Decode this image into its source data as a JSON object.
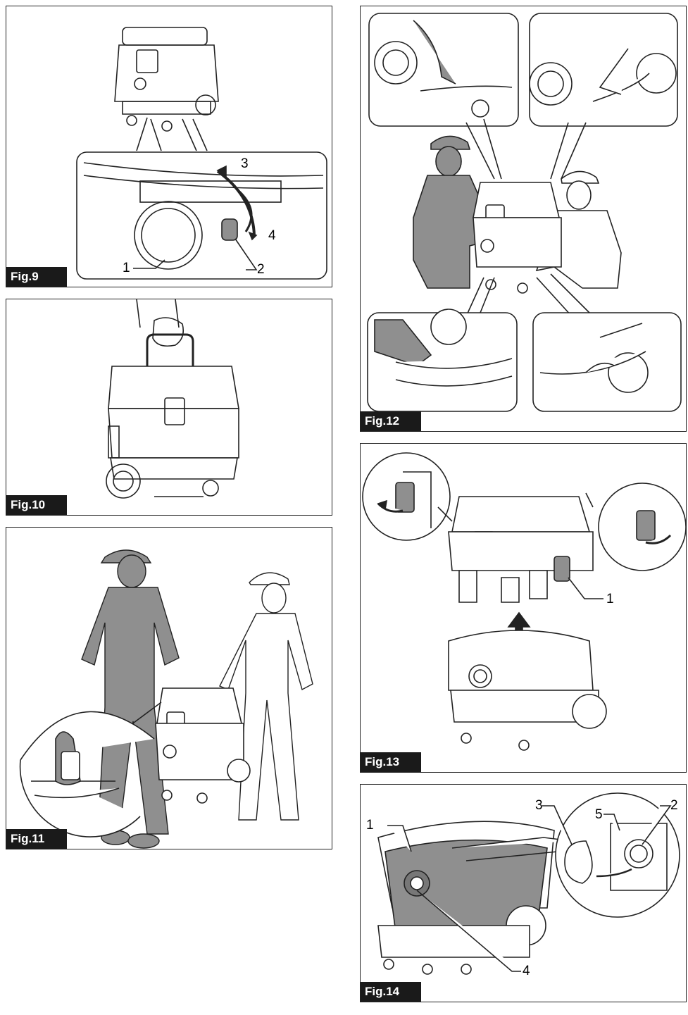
{
  "figures": {
    "fig9": {
      "label": "Fig.9",
      "callouts": [
        "1",
        "2",
        "3",
        "4"
      ]
    },
    "fig10": {
      "label": "Fig.10"
    },
    "fig11": {
      "label": "Fig.11"
    },
    "fig12": {
      "label": "Fig.12"
    },
    "fig13": {
      "label": "Fig.13",
      "callouts": [
        "1"
      ]
    },
    "fig14": {
      "label": "Fig.14",
      "callouts": [
        "1",
        "2",
        "3",
        "4",
        "5"
      ]
    }
  },
  "colors": {
    "ink": "#222222",
    "figure_fill": "#8f8f8f",
    "tag_bg": "#1a1a1a",
    "tag_text": "#ffffff"
  }
}
